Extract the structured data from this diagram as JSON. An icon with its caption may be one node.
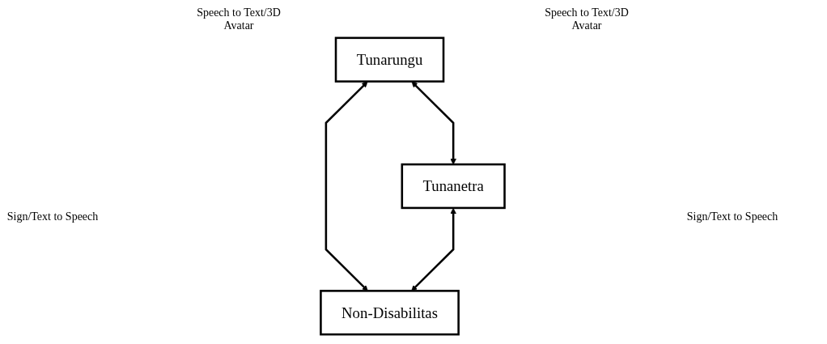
{
  "diagram": {
    "nodes": [
      {
        "text": [
          "Tunarungu"
        ]
      },
      {
        "text": [
          "Tunanetra"
        ]
      },
      {
        "text": [
          "Non-Disabilitas"
        ]
      }
    ],
    "edges": [
      {
        "from": 0,
        "to": 1,
        "arrow": "both"
      },
      {
        "from": 0,
        "to": 2,
        "arrow": "both"
      },
      {
        "from": 1,
        "to": 2,
        "arrow": "both"
      }
    ],
    "labels": [
      "Speech to Text/3D Avatar",
      "Speech to Text/3D Avatar",
      "Sign/Text to Speech",
      "Sign/Text to Speech"
    ]
  }
}
